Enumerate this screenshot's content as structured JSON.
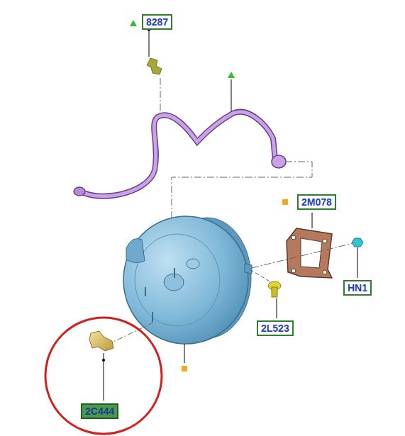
{
  "diagram": {
    "labels": [
      "8287",
      "2M078",
      "HN1",
      "2L523",
      "2C444"
    ]
  }
}
